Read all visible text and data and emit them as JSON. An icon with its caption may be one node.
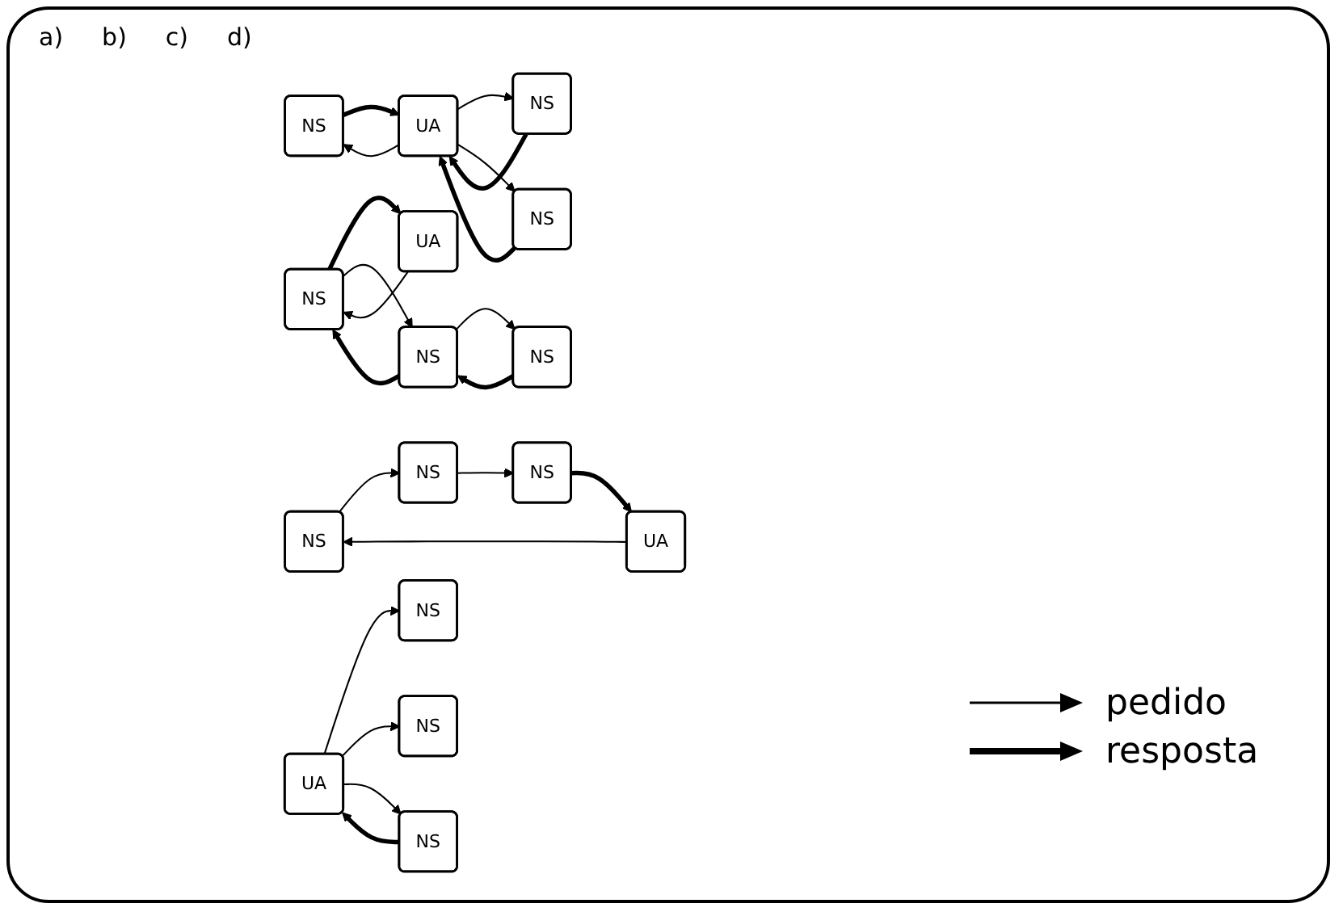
{
  "diagram": {
    "nodes": [
      {
        "text": [
          "NS"
        ]
      },
      {
        "text": [
          "UA"
        ]
      },
      {
        "text": [
          "NS"
        ]
      },
      {
        "text": [
          "NS"
        ]
      },
      {
        "text": [
          "NS"
        ]
      },
      {
        "text": [
          "UA"
        ]
      },
      {
        "text": [
          "NS"
        ]
      },
      {
        "text": [
          "NS"
        ]
      },
      {
        "text": [
          "NS"
        ]
      },
      {
        "text": [
          "UA"
        ]
      },
      {
        "text": [
          "NS"
        ]
      },
      {
        "text": [
          "NS"
        ]
      },
      {
        "text": [
          "NS"
        ]
      },
      {
        "text": [
          "UA"
        ]
      },
      {
        "text": [
          "NS"
        ]
      },
      {
        "text": [
          "NS"
        ]
      }
    ],
    "edges": [
      {
        "from": 1,
        "to": 0,
        "arrow": "to"
      },
      {
        "from": 0,
        "to": 1,
        "arrow": "to",
        "style": "thick"
      },
      {
        "from": 1,
        "to": 2,
        "arrow": "to"
      },
      {
        "from": 2,
        "to": 1,
        "arrow": "to",
        "style": "thick"
      },
      {
        "from": 1,
        "to": 3,
        "arrow": "to"
      },
      {
        "from": 3,
        "to": 1,
        "arrow": "to",
        "style": "thick"
      },
      {
        "from": 5,
        "to": 4,
        "arrow": "to"
      },
      {
        "from": 4,
        "to": 5,
        "arrow": "to",
        "style": "thick"
      },
      {
        "from": 4,
        "to": 6,
        "arrow": "to"
      },
      {
        "from": 6,
        "to": 4,
        "arrow": "to",
        "style": "thick"
      },
      {
        "from": 6,
        "to": 7,
        "arrow": "to"
      },
      {
        "from": 7,
        "to": 6,
        "arrow": "to",
        "style": "thick"
      },
      {
        "from": 9,
        "to": 8,
        "arrow": "to"
      },
      {
        "from": 8,
        "to": 10,
        "arrow": "to"
      },
      {
        "from": 10,
        "to": 11,
        "arrow": "to"
      },
      {
        "from": 11,
        "to": 9,
        "arrow": "to",
        "style": "thick"
      },
      {
        "from": 13,
        "to": 12,
        "arrow": "to"
      },
      {
        "from": 13,
        "to": 14,
        "arrow": "to"
      },
      {
        "from": 13,
        "to": 15,
        "arrow": "to"
      },
      {
        "from": 15,
        "to": 13,
        "arrow": "to",
        "style": "thick"
      }
    ],
    "labels": [
      "a)",
      "b)",
      "c)",
      "d)"
    ],
    "legend": [
      {
        "text": "pedido"
      },
      {
        "text": "resposta"
      }
    ]
  }
}
